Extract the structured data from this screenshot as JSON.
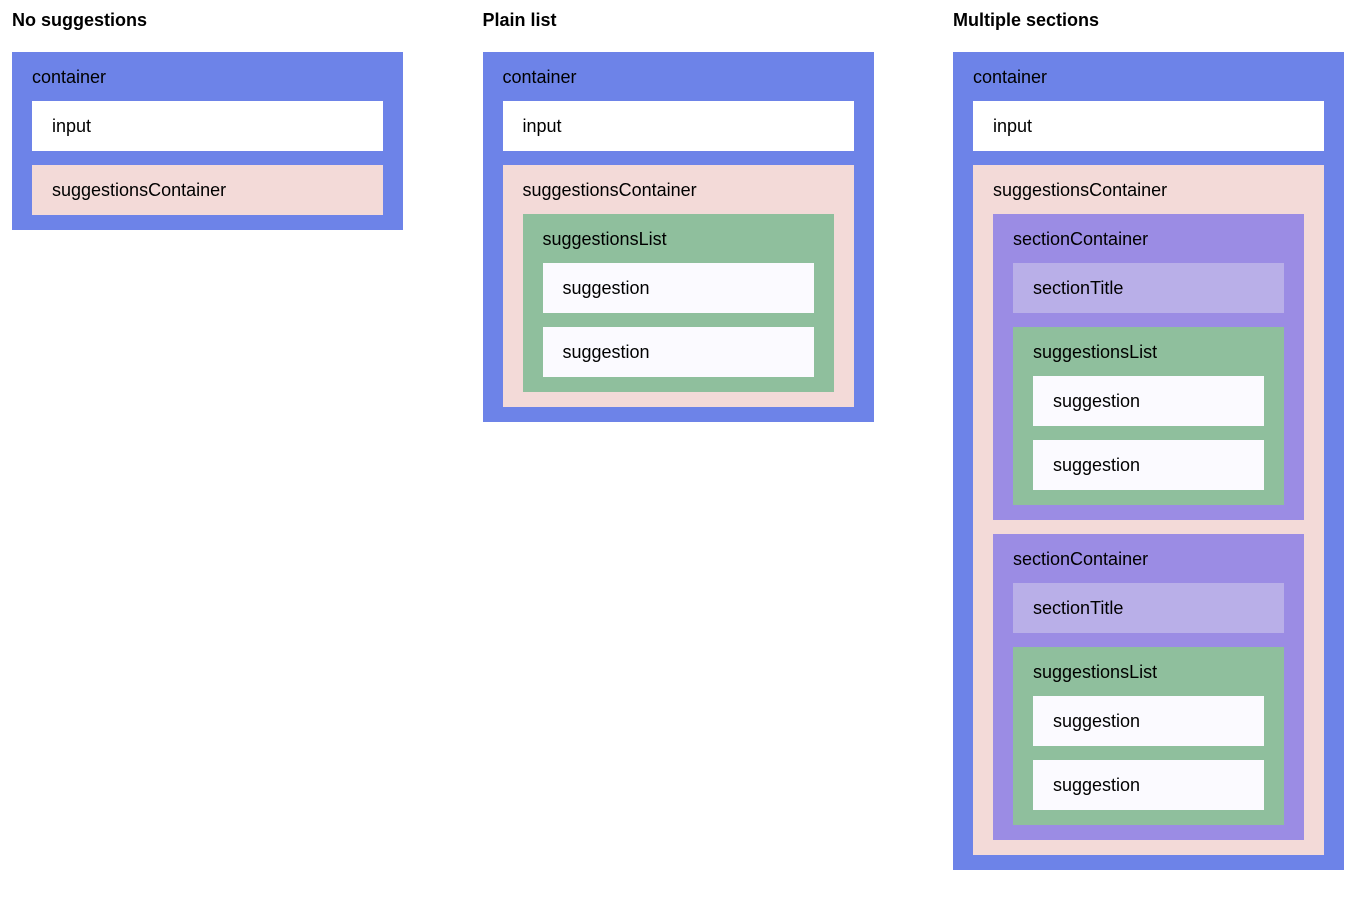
{
  "page": {
    "examples": [
      {
        "title": "No suggestions",
        "container": "container",
        "input": "input",
        "suggestionsContainer": "suggestionsContainer"
      },
      {
        "title": "Plain list",
        "container": "container",
        "input": "input",
        "suggestionsContainer": "suggestionsContainer",
        "suggestionsList": "suggestionsList",
        "suggestions": [
          "suggestion",
          "suggestion"
        ]
      },
      {
        "title": "Multiple sections",
        "container": "container",
        "input": "input",
        "suggestionsContainer": "suggestionsContainer",
        "sections": [
          {
            "sectionContainer": "sectionContainer",
            "sectionTitle": "sectionTitle",
            "suggestionsList": "suggestionsList",
            "suggestions": [
              "suggestion",
              "suggestion"
            ]
          },
          {
            "sectionContainer": "sectionContainer",
            "sectionTitle": "sectionTitle",
            "suggestionsList": "suggestionsList",
            "suggestions": [
              "suggestion",
              "suggestion"
            ]
          }
        ]
      }
    ]
  },
  "colors": {
    "container_bg": "#6d83e8",
    "input_bg": "#ffffff",
    "suggestions_container_bg": "#f3dad8",
    "suggestions_list_bg": "#8fbf9d",
    "suggestion_bg": "#fbfaff",
    "section_container_bg": "#9b8ce4",
    "section_title_bg": "#b9afe8",
    "text": "#000000"
  }
}
